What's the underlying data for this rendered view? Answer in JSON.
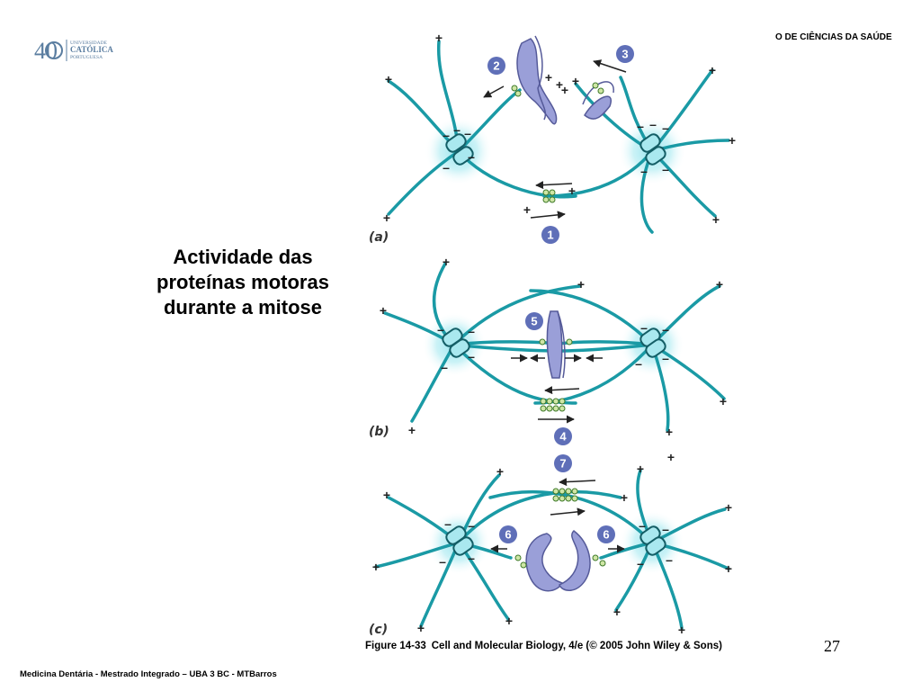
{
  "header": {
    "logo_text_1": "UNIVERSIDADE",
    "logo_text_2": "CATÓLICA",
    "logo_text_3": "PORTUGUESA",
    "logo_number": "40",
    "department": "O DE CIÊNCIAS DA SAÚDE"
  },
  "slide": {
    "title_line1": "Actividade das",
    "title_line2": "proteínas motoras",
    "title_line3": "durante a mitose",
    "page_number": "27"
  },
  "figure": {
    "panels": [
      "(a)",
      "(b)",
      "(c)"
    ],
    "badges": [
      "1",
      "2",
      "3",
      "4",
      "5",
      "6",
      "6",
      "7"
    ],
    "plus": "+",
    "minus": "–",
    "caption_number": "Figure 14-33",
    "caption_text": "Cell and Molecular Biology, 4/e (© 2005 John Wiley & Sons)"
  },
  "footer": {
    "text": "Medicina Dentária - Mestrado Integrado – UBA 3 BC - MTBarros"
  },
  "colors": {
    "microtubule": "#1a9aa5",
    "centrosome_glow": "#7fd8e4",
    "chromosome": "#9a9fd8",
    "badge": "#5f6fb8"
  }
}
